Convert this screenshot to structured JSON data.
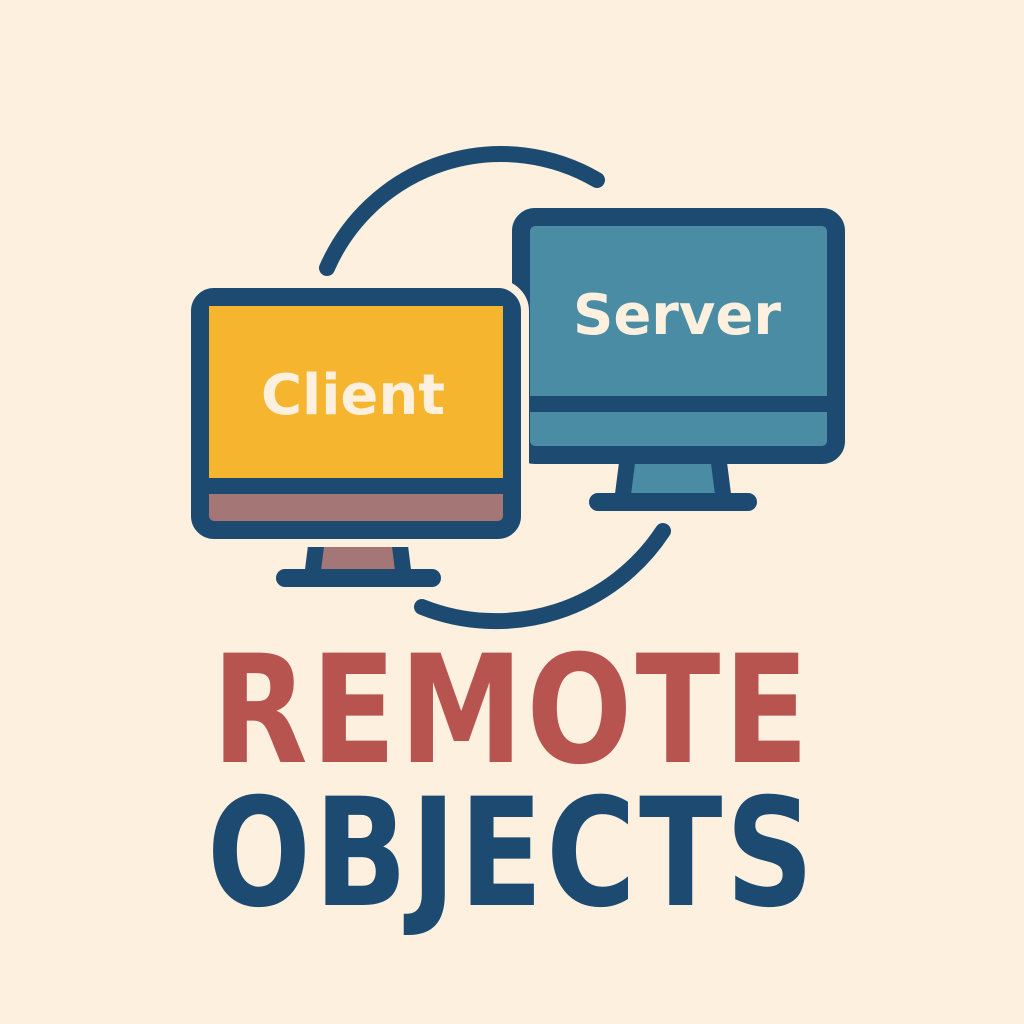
{
  "colors": {
    "background": "#fdf0de",
    "outline": "#1d4a70",
    "client_screen": "#f6b52f",
    "client_bar": "#a47676",
    "server_screen": "#4a8ca3",
    "title_top": "#b85450",
    "title_bottom": "#1d4a70",
    "label_text": "#fdf0de"
  },
  "diagram": {
    "client": {
      "label": "Client",
      "icon": "monitor-icon"
    },
    "server": {
      "label": "Server",
      "icon": "monitor-icon"
    },
    "connection_icon": "circular-arrows-icon"
  },
  "title": {
    "line1": "REMOTE",
    "line2": "OBJECTS"
  }
}
